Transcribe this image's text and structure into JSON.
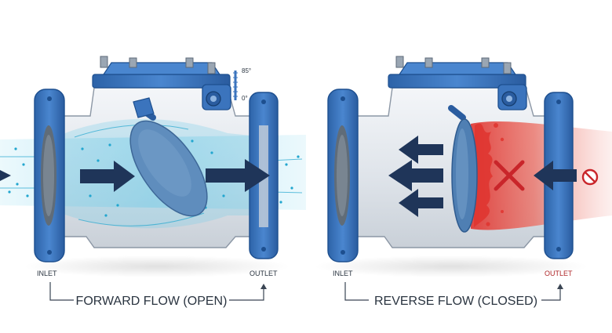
{
  "panels": [
    {
      "id": "forward",
      "inlet_label": "INLET",
      "outlet_label": "OUTLET",
      "caption": "FORWARD FLOW (OPEN)",
      "gauge": {
        "max_label": "85°",
        "min_label": "0°"
      }
    },
    {
      "id": "reverse",
      "inlet_label": "INLET",
      "outlet_label": "OUTLET",
      "caption": "REVERSE FLOW (CLOSED)"
    }
  ],
  "colors": {
    "body_steel": "#e4e8ee",
    "flange_blue": "#3b74bd",
    "flange_dark": "#1d4f8f",
    "disc_blue": "#5f8dbd",
    "arrow_navy": "#1f3559",
    "flow_cyan": "#4fc3e0",
    "backflow_red": "#e0342f",
    "outlet_red": "#b0282a"
  },
  "icons": [
    "flow-arrow-icon",
    "blocked-x-icon",
    "no-entry-icon",
    "angle-gauge-icon"
  ]
}
